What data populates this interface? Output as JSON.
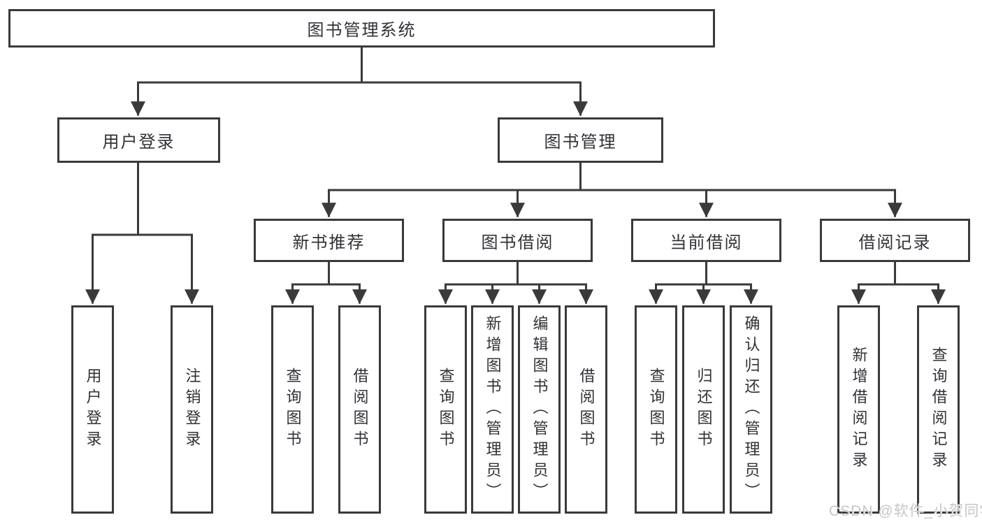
{
  "diagram": {
    "root": {
      "label": "图书管理系统"
    },
    "level2": [
      {
        "label": "用户登录"
      },
      {
        "label": "图书管理"
      }
    ],
    "level3": [
      {
        "label": "新书推荐"
      },
      {
        "label": "图书借阅"
      },
      {
        "label": "当前借阅"
      },
      {
        "label": "借阅记录"
      }
    ],
    "leaves": [
      {
        "label": "用户登录"
      },
      {
        "label": "注销登录"
      },
      {
        "label": "查询图书"
      },
      {
        "label": "借阅图书"
      },
      {
        "label": "查询图书"
      },
      {
        "label": "新增图书（管理员）"
      },
      {
        "label": "编辑图书（管理员）"
      },
      {
        "label": "借阅图书"
      },
      {
        "label": "查询图书"
      },
      {
        "label": "归还图书"
      },
      {
        "label": "确认归还（管理员）"
      },
      {
        "label": "新增借阅记录"
      },
      {
        "label": "查询借阅记录"
      }
    ]
  },
  "watermark": {
    "text": "CSDN @软件_小贺同学"
  },
  "colors": {
    "line": "#3a3a3a",
    "box_border": "#3a3a3a",
    "text": "#2f3237",
    "watermark": "#c5c6c9",
    "background": "#ffffff"
  }
}
